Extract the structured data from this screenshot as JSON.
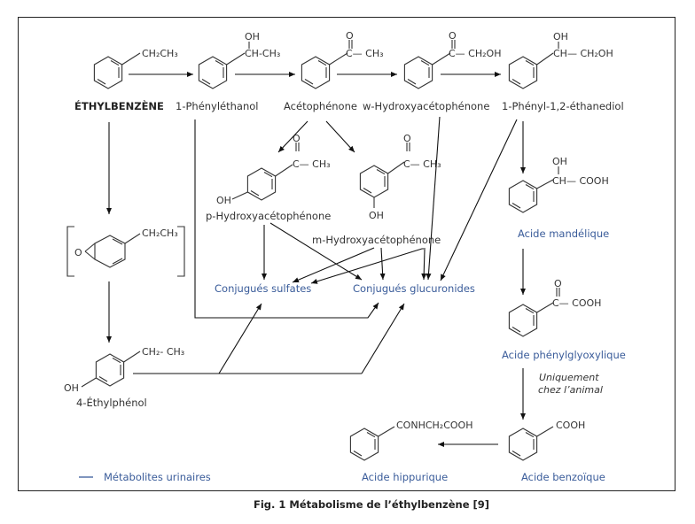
{
  "figure": {
    "caption": "Fig. 1 Métabolisme de l’éthylbenzène [9]",
    "legend": {
      "label": "Métabolites urinaires",
      "color": "#3a5c9a"
    },
    "note": {
      "line1": "Uniquement",
      "line2": "chez l’animal"
    }
  },
  "compounds": {
    "ethylbenzene": {
      "name": "ÉTHYLBENZÈNE",
      "substituent": "CH₂CH₃"
    },
    "phenylethanol": {
      "name": "1-Phényléthanol",
      "oh": "OH",
      "substituent": "CH-CH₃"
    },
    "acetophenone": {
      "name": "Acétophénone",
      "o": "O",
      "substituent": "C— CH₃"
    },
    "w_hydroxyacetophenone": {
      "name": "w-Hydroxyacétophénone",
      "o": "O",
      "substituent": "C— CH₂OH"
    },
    "phenyl_ethanediol": {
      "name": "1-Phényl-1,2-éthanediol",
      "oh": "OH",
      "substituent": "CH— CH₂OH"
    },
    "p_hydroxyacetophenone": {
      "name": "p-Hydroxyacétophénone",
      "o": "O",
      "substituent": "C— CH₃",
      "oh": "OH"
    },
    "m_hydroxyacetophenone": {
      "name": "m-Hydroxyacétophénone",
      "o": "O",
      "substituent": "C— CH₃",
      "oh": "OH"
    },
    "epoxide": {
      "substituent": "CH₂CH₃",
      "o": "O"
    },
    "ethylphenol": {
      "name": "4-Éthylphénol",
      "substituent": "CH₂- CH₃",
      "oh": "OH"
    },
    "mandelic_acid": {
      "name": "Acide mandélique",
      "oh": "OH",
      "substituent": "CH— COOH"
    },
    "phenylglyoxylic_acid": {
      "name": "Acide phénylglyoxylique",
      "o": "O",
      "substituent": "C— COOH"
    },
    "benzoic_acid": {
      "name": "Acide benzoïque",
      "substituent": "COOH"
    },
    "hippuric_acid": {
      "name": "Acide hippurique",
      "substituent": "CONHCH₂COOH"
    }
  },
  "conjugates": {
    "sulfates": "Conjugués sulfates",
    "glucuronides": "Conjugués glucuronides"
  },
  "colors": {
    "urinary": "#3a5c9a",
    "text": "#333333",
    "line": "#111111"
  }
}
